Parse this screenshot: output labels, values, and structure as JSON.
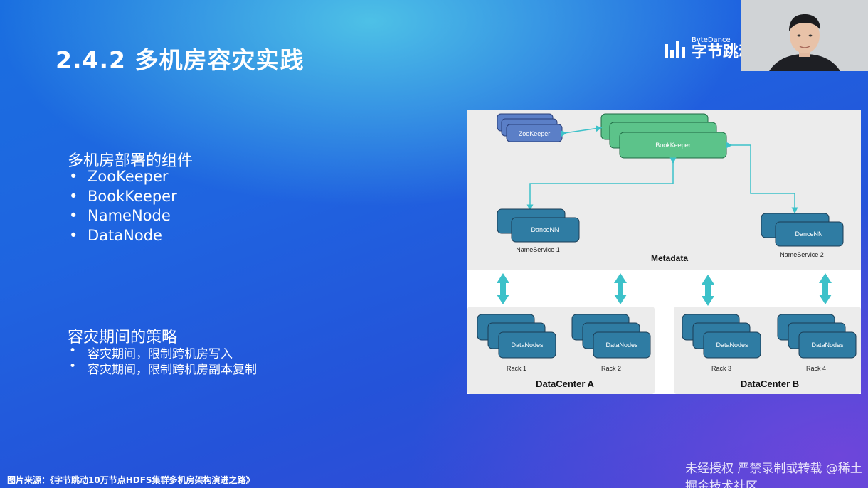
{
  "slide": {
    "title": "2.4.2 多机房容灾实践",
    "logo": {
      "sub": "ByteDance",
      "main": "字节跳动"
    },
    "section1": {
      "heading": "多机房部署的组件",
      "items": [
        "ZooKeeper",
        "BookKeeper",
        "NameNode",
        "DataNode"
      ]
    },
    "section2": {
      "heading": "容灾期间的策略",
      "items": [
        "容灾期间，限制跨机房写入",
        "容灾期间，限制跨机房副本复制"
      ]
    },
    "footer": "图片来源：《字节跳动10万节点HDFS集群多机房架构演进之路》",
    "watermark": "未经授权 严禁录制或转载 @稀土掘金技术社区"
  },
  "diagram": {
    "zookeeper": "ZooKeeper",
    "bookkeeper": "BookKeeper",
    "dancenn": "DanceNN",
    "nameservice1": "NameService 1",
    "nameservice2": "NameService 2",
    "metadata": "Metadata",
    "datanodes": "DataNodes",
    "racks": [
      "Rack 1",
      "Rack 2",
      "Rack 3",
      "Rack 4"
    ],
    "datacenters": [
      "DataCenter A",
      "DataCenter B"
    ],
    "colors": {
      "zookeeper_fill": "#5b7fc7",
      "bookkeeper_fill": "#5cc38a",
      "dancenn_fill": "#2f7ca3",
      "datanodes_fill": "#2f7ca3",
      "arrow": "#3cc1c9",
      "panel_bg": "#ececec"
    }
  }
}
